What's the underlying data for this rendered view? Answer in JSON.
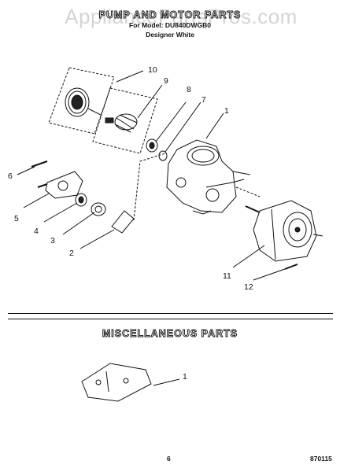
{
  "watermark": "AppliancePartsPros.com",
  "header": {
    "title": "PUMP AND MOTOR PARTS",
    "model": "For Model: DU840DWGB0",
    "color": "Designer White"
  },
  "callouts": [
    "10",
    "9",
    "8",
    "7",
    "1",
    "6",
    "5",
    "4",
    "3",
    "2",
    "11",
    "12"
  ],
  "misc": {
    "title": "MISCELLANEOUS PARTS",
    "callout": "1"
  },
  "footer": {
    "page": "6",
    "code": "870115"
  }
}
